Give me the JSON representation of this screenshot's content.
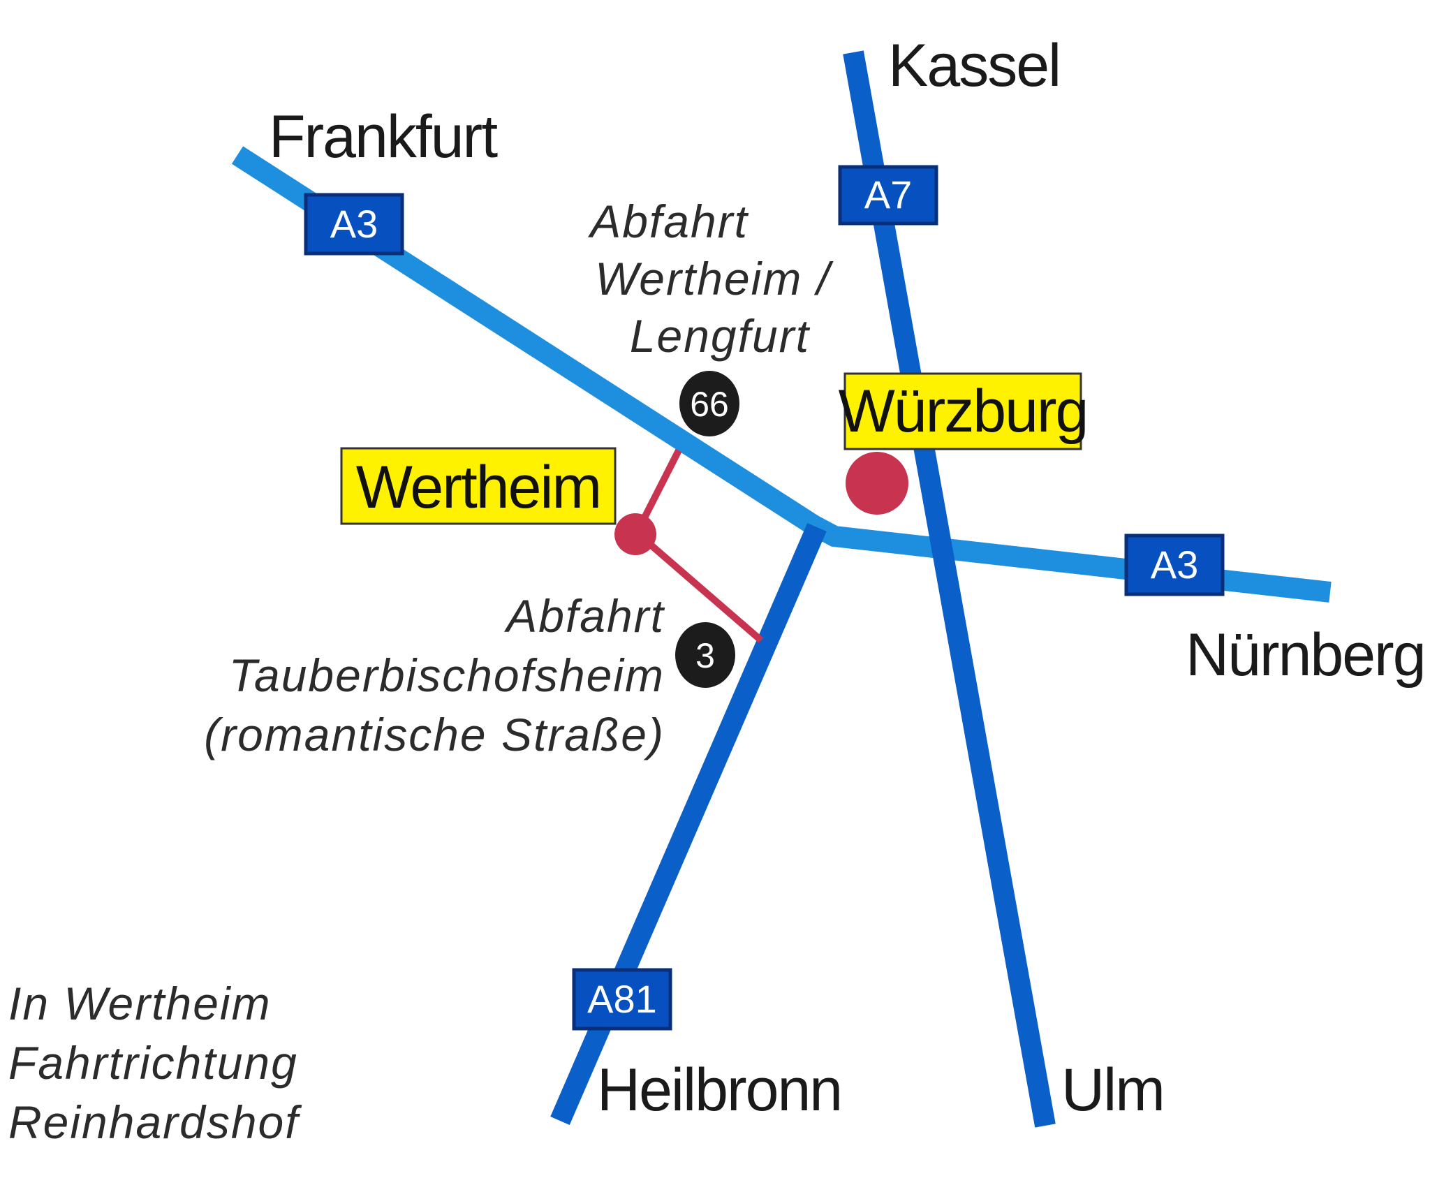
{
  "colors": {
    "autobahn_light": "#1e8fdf",
    "autobahn_dark": "#0a5fc8",
    "local_road": "#c8334f",
    "shield_fill": "#0650c0",
    "shield_border": "#0a2f7a",
    "highlight_fill": "#fff200",
    "exit_fill": "#1c1c1c",
    "city_marker": "#c8334f"
  },
  "cities": {
    "kassel": "Kassel",
    "frankfurt": "Frankfurt",
    "nuernberg": "Nürnberg",
    "heilbronn": "Heilbronn",
    "ulm": "Ulm"
  },
  "highlighted": {
    "wuerzburg": "Würzburg",
    "wertheim": "Wertheim"
  },
  "shields": {
    "a3_west": "A3",
    "a3_east": "A3",
    "a7": "A7",
    "a81": "A81"
  },
  "exits": {
    "north": {
      "number": "66",
      "lines": [
        "Abfahrt",
        "Wertheim /",
        "Lengfurt"
      ]
    },
    "south": {
      "number": "3",
      "lines": [
        "Abfahrt",
        "Tauberbischofsheim",
        "(romantische Straße)"
      ]
    }
  },
  "directions_note": [
    "In Wertheim",
    "Fahrtrichtung",
    "Reinhardshof"
  ]
}
